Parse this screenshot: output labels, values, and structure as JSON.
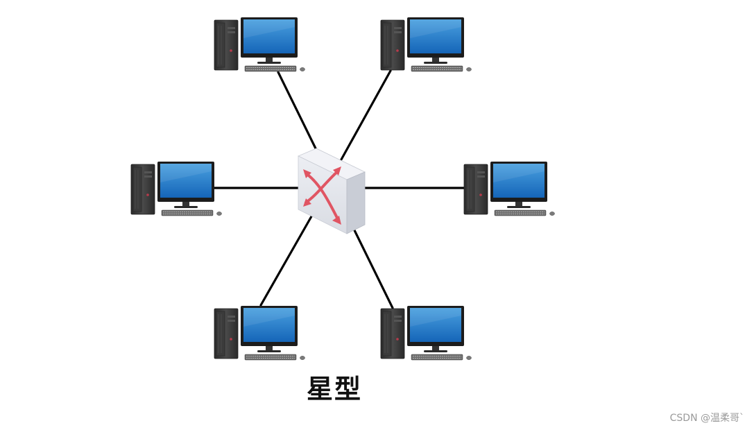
{
  "diagram": {
    "caption": "星型",
    "watermark": "CSDN @温柔哥`",
    "colors": {
      "edge": "#000000",
      "screen_top": "#4aa0df",
      "screen_bottom": "#1565b8",
      "case": "#3a3a3a",
      "switch_face": "#e6e8ee",
      "switch_side": "#cfd3db",
      "arrow": "#e05563"
    },
    "nodes": [
      {
        "id": "switch",
        "kind": "switch-icon"
      },
      {
        "id": "pc-top-left",
        "kind": "computer-icon"
      },
      {
        "id": "pc-top-right",
        "kind": "computer-icon"
      },
      {
        "id": "pc-left",
        "kind": "computer-icon"
      },
      {
        "id": "pc-right",
        "kind": "computer-icon"
      },
      {
        "id": "pc-bottom-left",
        "kind": "computer-icon"
      },
      {
        "id": "pc-bottom-right",
        "kind": "computer-icon"
      }
    ],
    "edges": [
      {
        "from": "switch",
        "to": "pc-top-left"
      },
      {
        "from": "switch",
        "to": "pc-top-right"
      },
      {
        "from": "switch",
        "to": "pc-left"
      },
      {
        "from": "switch",
        "to": "pc-right"
      },
      {
        "from": "switch",
        "to": "pc-bottom-left"
      },
      {
        "from": "switch",
        "to": "pc-bottom-right"
      }
    ]
  }
}
